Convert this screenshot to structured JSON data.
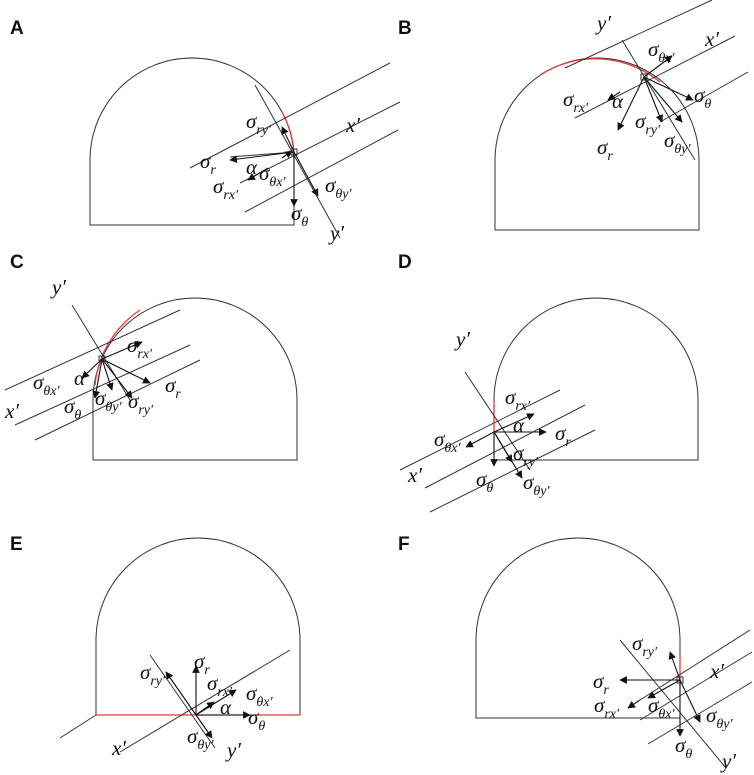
{
  "panels": [
    {
      "letter": "A",
      "labels": [
        {
          "base": "σ",
          "sub": "ry′"
        },
        {
          "base": "x′",
          "sub": ""
        },
        {
          "base": "σ",
          "sub": "r"
        },
        {
          "base": "α",
          "sub": ""
        },
        {
          "base": "σ",
          "sub": "θx′"
        },
        {
          "base": "σ",
          "sub": "rx′"
        },
        {
          "base": "σ",
          "sub": "θy′"
        },
        {
          "base": "σ",
          "sub": "θ"
        },
        {
          "base": "y′",
          "sub": ""
        }
      ]
    },
    {
      "letter": "B",
      "labels": [
        {
          "base": "y′",
          "sub": ""
        },
        {
          "base": "σ",
          "sub": "θx′"
        },
        {
          "base": "x′",
          "sub": ""
        },
        {
          "base": "σ",
          "sub": "rx′"
        },
        {
          "base": "α",
          "sub": ""
        },
        {
          "base": "σ",
          "sub": "θ"
        },
        {
          "base": "σ",
          "sub": "ry′"
        },
        {
          "base": "σ",
          "sub": "r"
        },
        {
          "base": "σ",
          "sub": "θy′"
        }
      ]
    },
    {
      "letter": "C",
      "labels": [
        {
          "base": "y′",
          "sub": ""
        },
        {
          "base": "σ",
          "sub": "rx′"
        },
        {
          "base": "σ",
          "sub": "r"
        },
        {
          "base": "σ",
          "sub": "θx′"
        },
        {
          "base": "α",
          "sub": ""
        },
        {
          "base": "x′",
          "sub": ""
        },
        {
          "base": "σ",
          "sub": "θ"
        },
        {
          "base": "σ",
          "sub": "θy′"
        },
        {
          "base": "σ",
          "sub": "ry′"
        }
      ]
    },
    {
      "letter": "D",
      "labels": [
        {
          "base": "y′",
          "sub": ""
        },
        {
          "base": "σ",
          "sub": "rx′"
        },
        {
          "base": "σ",
          "sub": "θx′"
        },
        {
          "base": "α",
          "sub": ""
        },
        {
          "base": "σ",
          "sub": "r"
        },
        {
          "base": "σ",
          "sub": "ry′"
        },
        {
          "base": "x′",
          "sub": ""
        },
        {
          "base": "σ",
          "sub": "θy′"
        },
        {
          "base": "σ",
          "sub": "θ"
        }
      ]
    },
    {
      "letter": "E",
      "labels": [
        {
          "base": "σ",
          "sub": "ry′"
        },
        {
          "base": "σ",
          "sub": "r"
        },
        {
          "base": "σ",
          "sub": "rx′"
        },
        {
          "base": "σ",
          "sub": "θx′"
        },
        {
          "base": "α",
          "sub": ""
        },
        {
          "base": "σ",
          "sub": "θ"
        },
        {
          "base": "σ",
          "sub": "θy′"
        },
        {
          "base": "x′",
          "sub": ""
        },
        {
          "base": "y′",
          "sub": ""
        }
      ]
    },
    {
      "letter": "F",
      "labels": [
        {
          "base": "σ",
          "sub": "ry′"
        },
        {
          "base": "σ",
          "sub": "r"
        },
        {
          "base": "x′",
          "sub": ""
        },
        {
          "base": "σ",
          "sub": "rx′"
        },
        {
          "base": "σ",
          "sub": "θx′"
        },
        {
          "base": "σ",
          "sub": "θy′"
        },
        {
          "base": "σ",
          "sub": "θ"
        },
        {
          "base": "y′",
          "sub": ""
        }
      ]
    }
  ],
  "colors": {
    "outline": "#333333",
    "excavation_boundary": "#e23b3b"
  }
}
